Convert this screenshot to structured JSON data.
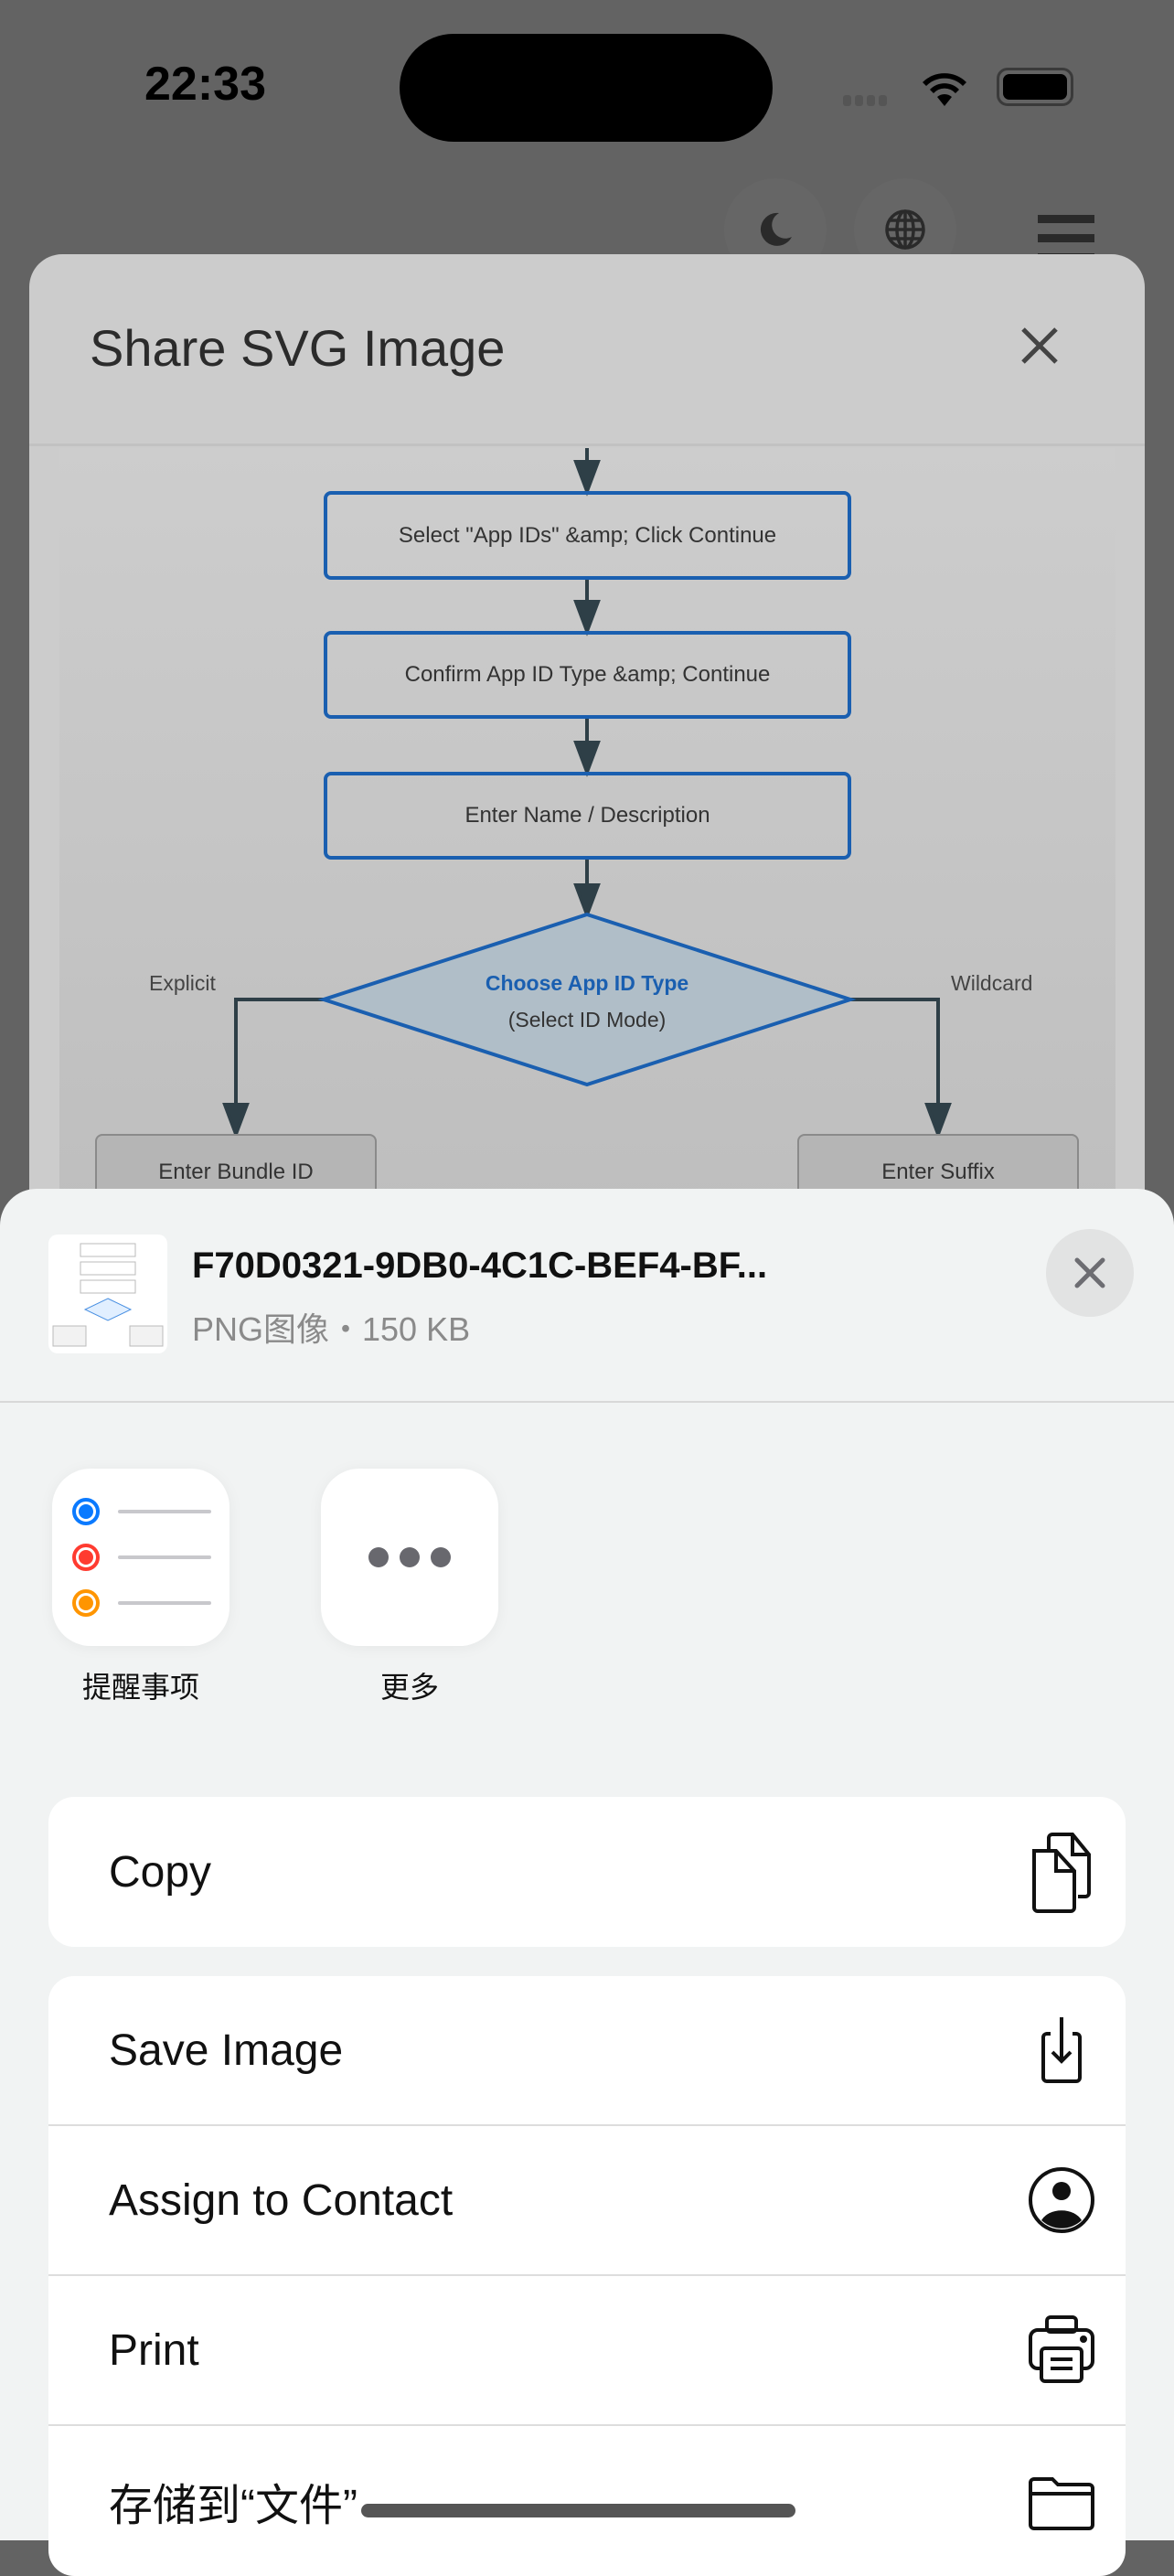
{
  "status_bar": {
    "time": "22:33"
  },
  "nav": {
    "icons": [
      "moon-icon",
      "globe-icon",
      "hamburger-menu-icon"
    ]
  },
  "modal": {
    "title": "Share SVG Image",
    "close_icon": "close-icon"
  },
  "diagram": {
    "steps": [
      "Select \"App IDs\" &amp; Click Continue",
      "Confirm App ID Type &amp; Continue",
      "Enter Name / Description"
    ],
    "decision": {
      "title": "Choose App ID Type",
      "subtitle": "(Select ID Mode)"
    },
    "branch_left": "Explicit",
    "branch_right": "Wildcard",
    "left_box": "Enter Bundle ID",
    "right_box": "Enter Suffix",
    "colors": {
      "border": "#1a5fb0",
      "arrow": "#2e3f47",
      "decision_fill": "#b0bec8"
    }
  },
  "share_sheet": {
    "file_name": "F70D0321-9DB0-4C1C-BEF4-BF...",
    "file_meta": "PNG图像・150 KB",
    "apps": [
      {
        "label": "提醒事项",
        "icon": "reminders-icon"
      },
      {
        "label": "更多",
        "icon": "more-icon"
      }
    ],
    "actions_group1": [
      {
        "label": "Copy",
        "icon": "copy-icon"
      }
    ],
    "actions_group2": [
      {
        "label": "Save Image",
        "icon": "save-icon"
      },
      {
        "label": "Assign to Contact",
        "icon": "contact-icon"
      },
      {
        "label": "Print",
        "icon": "print-icon"
      },
      {
        "label": "存储到“文件”",
        "icon": "folder-icon"
      }
    ]
  }
}
